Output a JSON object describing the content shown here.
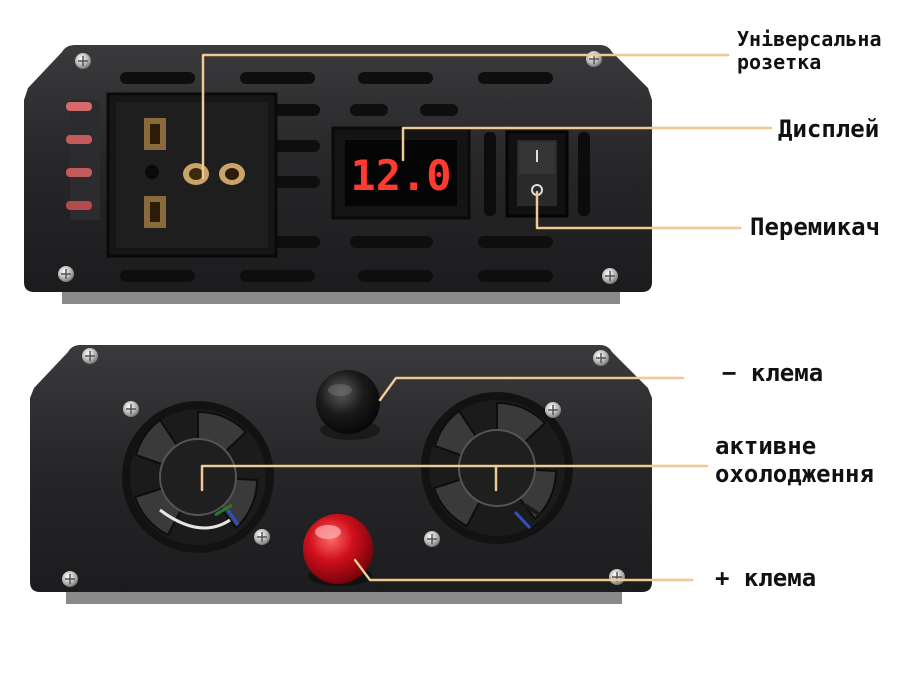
{
  "labels": {
    "socket_line1": "Універсальна",
    "socket_line2": "розетка",
    "display": "Дисплей",
    "switch": "Перемикач",
    "minus_terminal": "− клема",
    "cooling_line1": "активне",
    "cooling_line2": "охолодження",
    "plus_terminal": "+ клема"
  },
  "display_reading": "12.0",
  "colors": {
    "housing": "#2a2a2c",
    "callout_line": "#e8b877",
    "display_digits": "#ff3b2f",
    "plus_terminal": "#c8101c",
    "minus_terminal": "#151515"
  }
}
